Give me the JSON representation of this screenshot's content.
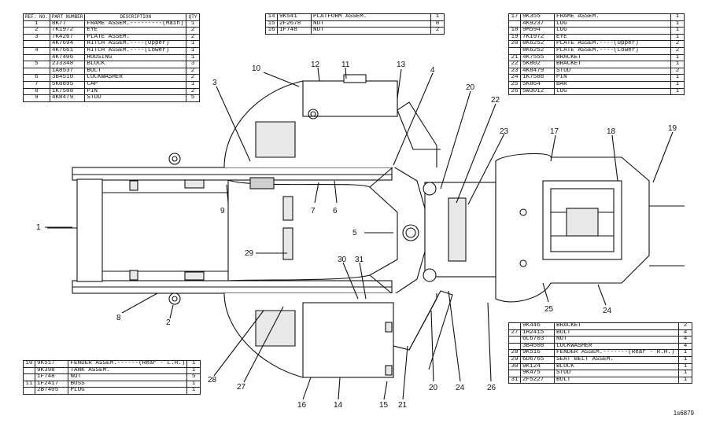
{
  "table_top_left": {
    "headers": {
      "ref": "REF. NO.",
      "part": "PART NUMBER",
      "desc": "DESCRIPTION",
      "qty": "QTY"
    },
    "rows": [
      {
        "ref": "1",
        "part": "8K77",
        "desc": "FRAME ASSEM.---------(Main)",
        "qty": "1"
      },
      {
        "ref": "2",
        "part": "7K1972",
        "desc": "EYE",
        "qty": "2"
      },
      {
        "ref": "3",
        "part": "7K4267",
        "desc": "PLATE ASSEM.",
        "qty": "2"
      },
      {
        "ref": "",
        "part": "4K7694",
        "desc": "HITCH ASSEM.----(Upper)",
        "qty": "1"
      },
      {
        "ref": "4",
        "part": "4K7661",
        "desc": "HITCH ASSEM.----(Lower)",
        "qty": "1"
      },
      {
        "ref": "",
        "part": "4K7406",
        "desc": "HOUSING",
        "qty": "1"
      },
      {
        "ref": "5",
        "part": "2J3348",
        "desc": "BLOCK",
        "qty": "3"
      },
      {
        "ref": "",
        "part": "1A8537",
        "desc": "BOLT",
        "qty": "2"
      },
      {
        "ref": "6",
        "part": "3B4510",
        "desc": "LOCKWASHER",
        "qty": "2"
      },
      {
        "ref": "7",
        "part": "5K8895",
        "desc": "CAP",
        "qty": "1"
      },
      {
        "ref": "8",
        "part": "1K7588",
        "desc": "PIN",
        "qty": "2"
      },
      {
        "ref": "9",
        "part": "4K8479",
        "desc": "STUD",
        "qty": "5"
      }
    ]
  },
  "table_top_mid": {
    "rows": [
      {
        "ref": "14",
        "part": "9K541",
        "desc": "PLATFORM ASSEM.",
        "qty": "1"
      },
      {
        "ref": "15",
        "part": "2F2678",
        "desc": "NUT",
        "qty": "8"
      },
      {
        "ref": "16",
        "part": "1F748",
        "desc": "NUT",
        "qty": "2"
      }
    ]
  },
  "table_top_right": {
    "rows": [
      {
        "ref": "17",
        "part": "9K355",
        "desc": "FRAME ASSEM.",
        "qty": "1"
      },
      {
        "ref": "",
        "part": "4K9237",
        "desc": "LUG",
        "qty": "1"
      },
      {
        "ref": "18",
        "part": "9M594",
        "desc": "LUG",
        "qty": "1"
      },
      {
        "ref": "19",
        "part": "7K1972",
        "desc": "EYE",
        "qty": "1"
      },
      {
        "ref": "20",
        "part": "8K6252",
        "desc": "PLATE ASSEM.----(Upper)",
        "qty": "2"
      },
      {
        "ref": "",
        "part": "8K6252",
        "desc": "PLATE ASSEM.----(Lower)",
        "qty": "2"
      },
      {
        "ref": "21",
        "part": "4K7555",
        "desc": "BRACKET",
        "qty": "1"
      },
      {
        "ref": "22",
        "part": "5K802",
        "desc": "BRACKET",
        "qty": "1"
      },
      {
        "ref": "23",
        "part": "4K8479",
        "desc": "STUD",
        "qty": "2"
      },
      {
        "ref": "24",
        "part": "1K7588",
        "desc": "PIN",
        "qty": "1"
      },
      {
        "ref": "25",
        "part": "5K864",
        "desc": "BAR",
        "qty": "1"
      },
      {
        "ref": "26",
        "part": "5W3012",
        "desc": "LUG",
        "qty": "1"
      }
    ]
  },
  "table_bottom_right": {
    "rows": [
      {
        "ref": "",
        "part": "9K446",
        "desc": "BRACKET",
        "qty": "2"
      },
      {
        "ref": "27",
        "part": "1H2415",
        "desc": "BOLT",
        "qty": "4"
      },
      {
        "ref": "",
        "part": "6L6703",
        "desc": "NUT",
        "qty": "4"
      },
      {
        "ref": "",
        "part": "3B4508",
        "desc": "LOCKWASHER",
        "qty": "4"
      },
      {
        "ref": "28",
        "part": "9K516",
        "desc": "FENDER ASSEM.-------(Rear - R.H.)",
        "qty": "1"
      },
      {
        "ref": "29",
        "part": "6D6765",
        "desc": "SEAT BELT ASSEM.",
        "qty": "1"
      },
      {
        "ref": "30",
        "part": "9K124",
        "desc": "BLOCK",
        "qty": "1"
      },
      {
        "ref": "",
        "part": "9K475",
        "desc": "STUD",
        "qty": "1"
      },
      {
        "ref": "31",
        "part": "2F5227",
        "desc": "BOLT",
        "qty": "1"
      }
    ]
  },
  "table_bottom_left": {
    "rows": [
      {
        "ref": "10",
        "part": "9K517",
        "desc": "FENDER ASSEM.------(Rear - L.H.)",
        "qty": "1"
      },
      {
        "ref": "",
        "part": "9K398",
        "desc": "TANK ASSEM.",
        "qty": "1"
      },
      {
        "ref": "",
        "part": "1F748",
        "desc": "NUT",
        "qty": "5"
      },
      {
        "ref": "11",
        "part": "1F2417",
        "desc": "BOSS",
        "qty": "1"
      },
      {
        "ref": "",
        "part": "2B7405",
        "desc": "PLUG",
        "qty": "1"
      }
    ]
  },
  "callouts": [
    "1",
    "2",
    "3",
    "4",
    "5",
    "6",
    "7",
    "8",
    "9",
    "10",
    "11",
    "12",
    "13",
    "14",
    "15",
    "16",
    "17",
    "18",
    "19",
    "20",
    "20",
    "21",
    "22",
    "23",
    "24",
    "24",
    "25",
    "26",
    "27",
    "28",
    "29",
    "30",
    "31"
  ],
  "drawing_code": "1s6879"
}
